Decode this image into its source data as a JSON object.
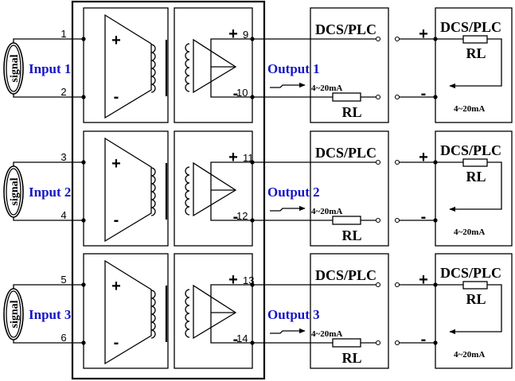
{
  "channels": [
    {
      "input_label": "Input 1",
      "output_label": "Output 1",
      "pin_in_plus": "1",
      "pin_in_minus": "2",
      "pin_out_plus": "9",
      "pin_out_minus": "10"
    },
    {
      "input_label": "Input 2",
      "output_label": "Output 2",
      "pin_in_plus": "3",
      "pin_in_minus": "4",
      "pin_out_plus": "11",
      "pin_out_minus": "12"
    },
    {
      "input_label": "Input 3",
      "output_label": "Output 3",
      "pin_in_plus": "5",
      "pin_in_minus": "6",
      "pin_out_plus": "13",
      "pin_out_minus": "14"
    }
  ],
  "labels": {
    "signal": "signal",
    "dcs_plc": "DCS/PLC",
    "rl": "RL",
    "current_range": "4~20mA",
    "plus": "+",
    "minus": "-"
  },
  "colors": {
    "line": "#000000",
    "io_label": "#1515c8",
    "background": "#ffffff"
  }
}
